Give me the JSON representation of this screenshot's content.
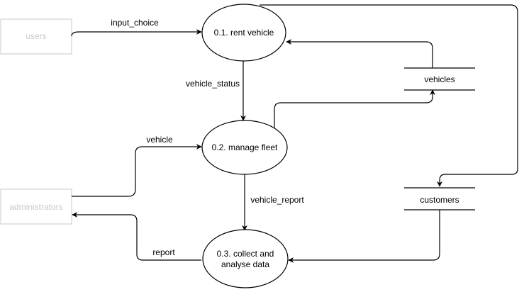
{
  "diagram": {
    "externals": {
      "users": "users",
      "administrators": "administrators"
    },
    "processes": {
      "rent_vehicle": "0.1. rent vehicle",
      "manage_fleet": "0.2. manage fleet",
      "collect_line1": "0.3. collect and",
      "collect_line2": "analyse data"
    },
    "stores": {
      "vehicles": "vehicles",
      "customers": "customers"
    },
    "flows": {
      "input_choice": "input_choice",
      "vehicle_status": "vehicle_status",
      "vehicle": "vehicle",
      "vehicle_report": "vehicle_report",
      "report": "report"
    },
    "colors": {
      "line": "#000000",
      "external_entity": "#c8c8c8"
    }
  }
}
